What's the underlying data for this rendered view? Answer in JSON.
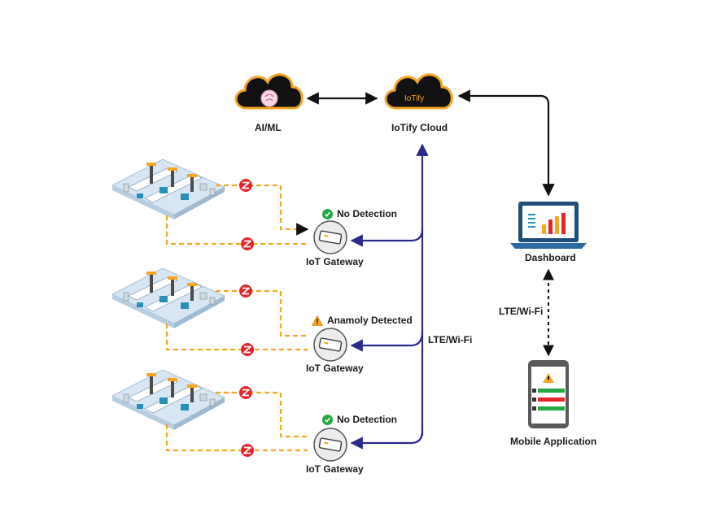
{
  "nodes": {
    "aiml": {
      "label": "AI/ML",
      "icon": "brain-cloud-icon"
    },
    "cloud": {
      "label": "IoTify Cloud",
      "logo": "IoTify",
      "icon": "cloud-icon"
    },
    "dashboard": {
      "label": "Dashboard",
      "icon": "laptop-chart-icon"
    },
    "mobile": {
      "label": "Mobile Application",
      "icon": "smartphone-icon"
    },
    "gateways": [
      {
        "label": "IoT Gateway",
        "status": "No Detection",
        "status_icon": "check-circle-icon"
      },
      {
        "label": "IoT Gateway",
        "status": "Anamoly Detected",
        "status_icon": "warning-triangle-icon"
      },
      {
        "label": "IoT Gateway",
        "status": "No Detection",
        "status_icon": "check-circle-icon"
      }
    ],
    "factories": [
      {
        "icon": "factory-floor-icon"
      },
      {
        "icon": "factory-floor-icon"
      },
      {
        "icon": "factory-floor-icon"
      }
    ]
  },
  "links": {
    "gateway_cloud": "LTE/Wi-Fi",
    "dashboard_mobile": "LTE/Wi-Fi",
    "zigbee_icon": "zigbee-icon"
  },
  "colors": {
    "cloud_black": "#111111",
    "cloud_outline": "#f5a623",
    "zigbee_red": "#e5252a",
    "dashed_orange": "#f5a623",
    "link_purple": "#2b2a8c",
    "ok_green": "#27a844",
    "warn_orange": "#f5a623",
    "laptop_blue": "#1f4e79"
  }
}
